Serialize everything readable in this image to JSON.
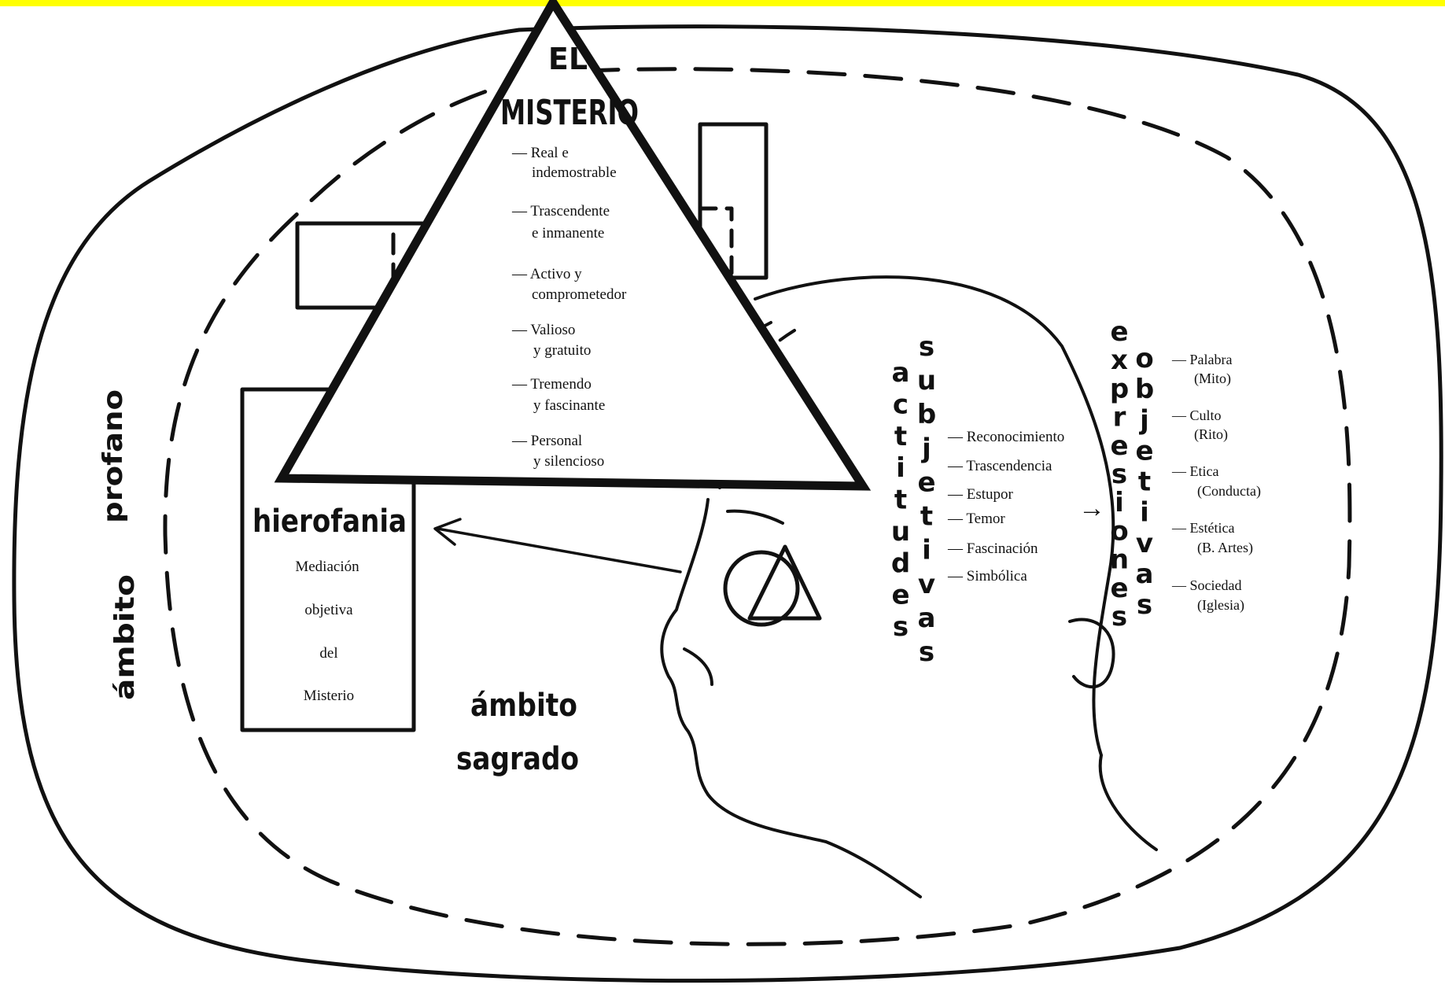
{
  "colors": {
    "top_bar": "#ffff00",
    "ink": "#111111",
    "paper": "#ffffff"
  },
  "misterio": {
    "title_line1": "EL",
    "title_line2": "MISTERIO",
    "items": [
      {
        "l1": "— Real e",
        "l2": "indemostrable"
      },
      {
        "l1": "— Trascendente",
        "l2": "e inmanente"
      },
      {
        "l1": "— Activo y",
        "l2": "comprometedor"
      },
      {
        "l1": "— Valioso",
        "l2": "y gratuito"
      },
      {
        "l1": "— Tremendo",
        "l2": "y fascinante"
      },
      {
        "l1": "— Personal",
        "l2": "y silencioso"
      }
    ]
  },
  "hierofania": {
    "title": "hierofania",
    "lines": [
      "Mediación",
      "objetiva",
      "del",
      "Misterio"
    ]
  },
  "ambito_profano": {
    "word1": "profano",
    "word2": "ámbito"
  },
  "ambito_sagrado": {
    "line1": "ámbito",
    "line2": "sagrado"
  },
  "actitudes": {
    "word1": "actitudes",
    "word2": "subjetivas",
    "items": [
      "— Reconocimiento",
      "— Trascendencia",
      "— Estupor",
      "— Temor",
      "— Fascinación",
      "— Simbólica"
    ]
  },
  "arrow_glyph": "→",
  "expresiones": {
    "word1": "expresiones",
    "word2": "objetivas",
    "items": [
      {
        "l1": "— Palabra",
        "l2": "(Mito)"
      },
      {
        "l1": "— Culto",
        "l2": "(Rito)"
      },
      {
        "l1": "— Etica",
        "l2": "(Conducta)"
      },
      {
        "l1": "— Estética",
        "l2": "(B. Artes)"
      },
      {
        "l1": "— Sociedad",
        "l2": "(Iglesia)"
      }
    ]
  }
}
